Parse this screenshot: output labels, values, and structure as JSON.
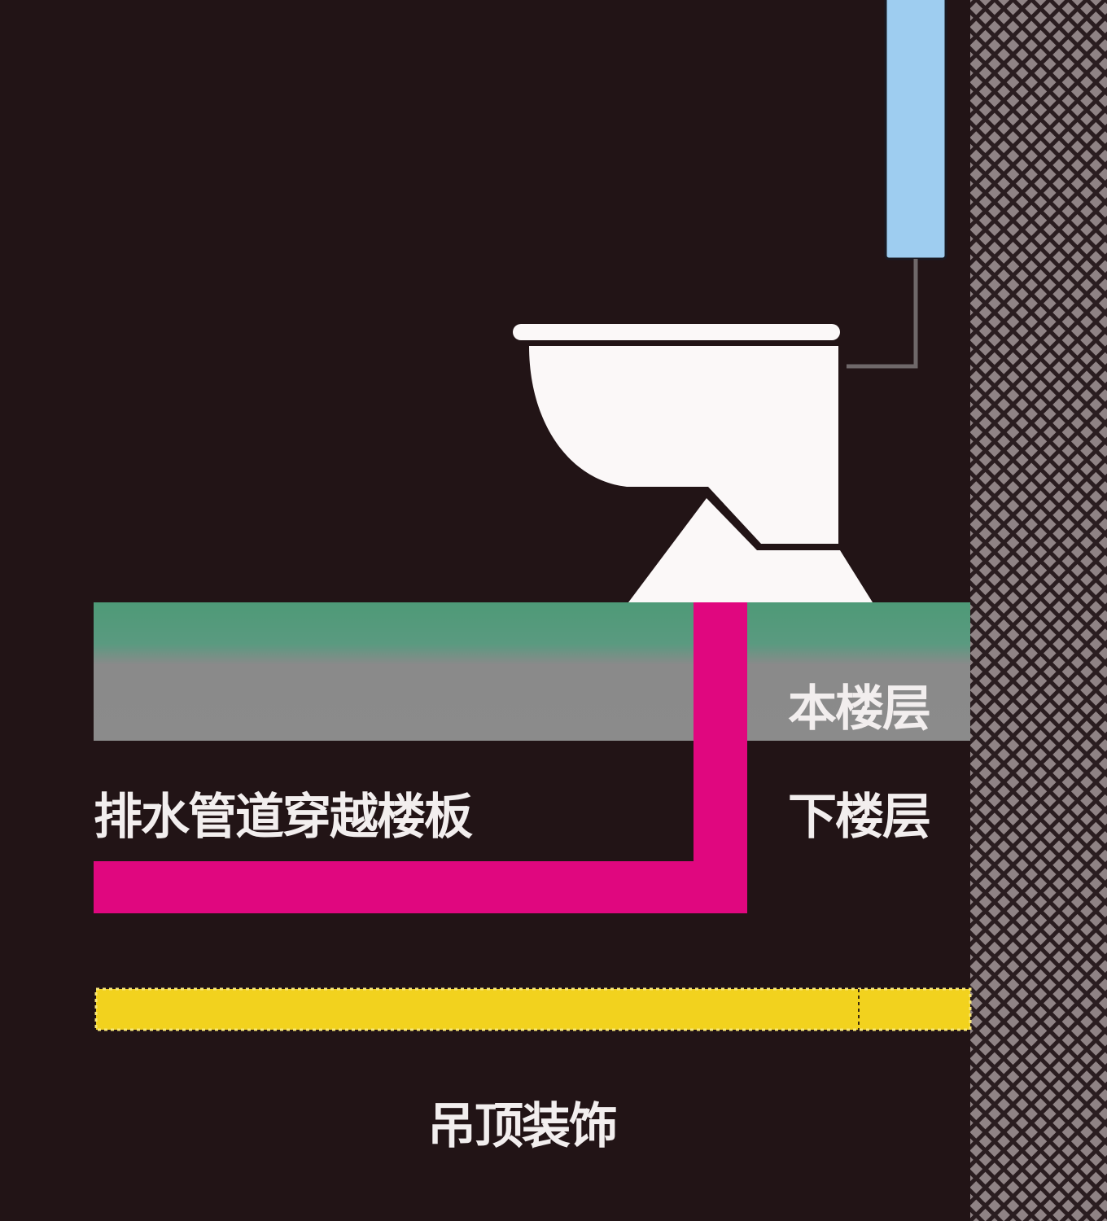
{
  "labels": {
    "this_floor": "本楼层",
    "lower_floor": "下楼层",
    "pipe_through_slab": "排水管道穿越楼板",
    "ceiling_decoration": "吊顶装饰"
  },
  "colors": {
    "background": "#221416",
    "tank": "#9ecdf0",
    "toilet": "#fbf8f8",
    "slab_top": "#4e9a77",
    "slab_bottom": "#8b8b8b",
    "drain_pipe": "#e0077f",
    "ceiling": "#f2d21e",
    "wall": "#8a7e80"
  }
}
